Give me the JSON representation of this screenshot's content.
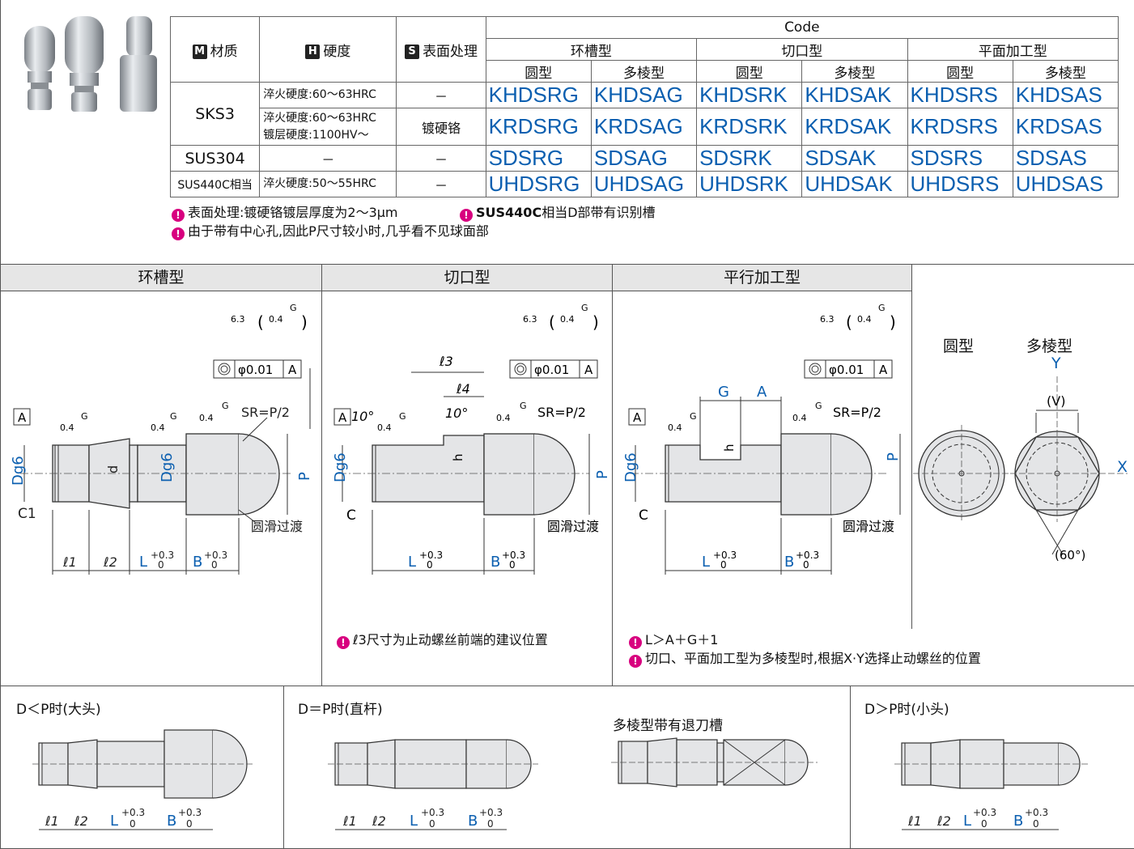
{
  "table": {
    "header_code": "Code",
    "col_material_badge": "M",
    "col_material": "材质",
    "col_hardness_badge": "H",
    "col_hardness": "硬度",
    "col_surface_badge": "S",
    "col_surface": "表面处理",
    "groups": [
      "环槽型",
      "切口型",
      "平面加工型"
    ],
    "subtypes": [
      "圆型",
      "多棱型",
      "圆型",
      "多棱型",
      "圆型",
      "多棱型"
    ],
    "rows": [
      {
        "material": "SKS3",
        "hardness": "淬火硬度:60～63HRC",
        "surface": "－",
        "codes": [
          "KHDSRG",
          "KHDSAG",
          "KHDSRK",
          "KHDSAK",
          "KHDSRS",
          "KHDSAS"
        ]
      },
      {
        "material": "",
        "hardness": "淬火硬度:60～63HRC",
        "hardness2": "镀层硬度:1100HV～",
        "surface": "镀硬铬",
        "codes": [
          "KRDSRG",
          "KRDSAG",
          "KRDSRK",
          "KRDSAK",
          "KRDSRS",
          "KRDSAS"
        ]
      },
      {
        "material": "SUS304",
        "hardness": "－",
        "surface": "－",
        "codes": [
          "SDSRG",
          "SDSAG",
          "SDSRK",
          "SDSAK",
          "SDSRS",
          "SDSAS"
        ]
      },
      {
        "material": "SUS440C相当",
        "hardness": "淬火硬度:50～55HRC",
        "surface": "－",
        "codes": [
          "UHDSRG",
          "UHDSAG",
          "UHDSRK",
          "UHDSAK",
          "UHDSRS",
          "UHDSAS"
        ]
      }
    ]
  },
  "notes": {
    "n1": "表面处理:镀硬铬镀层厚度为2～3μm",
    "n2a": "SUS440C",
    "n2b": "相当D部带有识别槽",
    "n3": "由于带有中心孔,因此P尺寸较小时,几乎看不见球面部",
    "n4": "ℓ3尺寸为止动螺丝前端的建议位置",
    "n5": "L＞A＋G＋1",
    "n6": "切口、平面加工型为多棱型时,根据X·Y选择止动螺丝的位置"
  },
  "sections": {
    "ring": "环槽型",
    "cut": "切口型",
    "flat": "平行加工型",
    "round": "圆型",
    "poly": "多棱型"
  },
  "bottom": {
    "big": "D＜P时(大头)",
    "straight": "D＝P时(直杆)",
    "relief": "多棱型带有退刀槽",
    "small": "D＞P时(小头)"
  },
  "dims": {
    "sr": "SR=P/2",
    "flatness": "φ0.01",
    "datum": "A",
    "smooth": "圆滑过渡",
    "rough1": "6.3",
    "rough2": "0.4",
    "g": "G",
    "c1": "C1",
    "c": "C",
    "tol_plus": "+0.3",
    "tol_zero": "0",
    "angle60": "(60°)",
    "v": "(V)",
    "x": "X",
    "y": "Y"
  }
}
